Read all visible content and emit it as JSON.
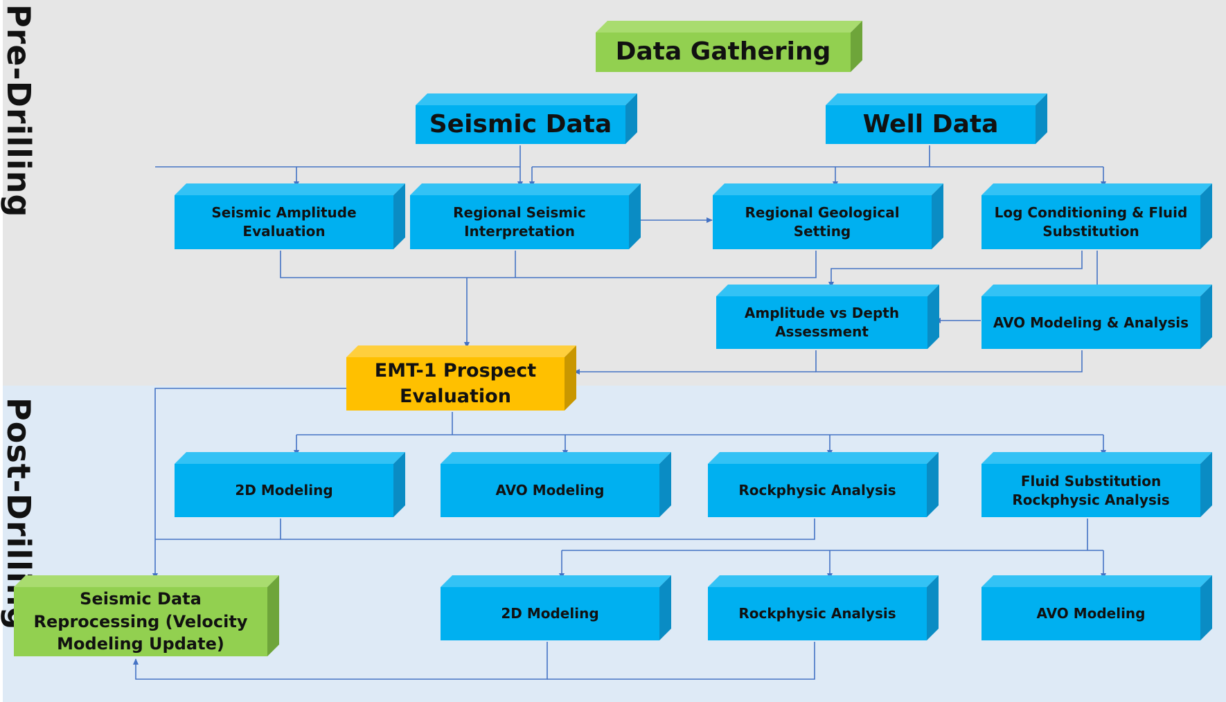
{
  "colors": {
    "pre_band": "#e6e6e6",
    "post_band": "#deeaf6",
    "blue": "#0eb0ea",
    "green": "#92d050",
    "gold": "#ffc000",
    "line": "#4472c4"
  },
  "phases": {
    "pre": "Pre-Drilling",
    "post": "Post-Drilling"
  },
  "nodes": [
    {
      "id": "data_gathering",
      "name": "data-gathering-box",
      "label": "Data Gathering",
      "color": "green",
      "size": "xl"
    },
    {
      "id": "seismic_data",
      "name": "seismic-data-box",
      "label": "Seismic Data",
      "color": "blue",
      "size": "xl"
    },
    {
      "id": "well_data",
      "name": "well-data-box",
      "label": "Well Data",
      "color": "blue",
      "size": "xl"
    },
    {
      "id": "seismic_amp",
      "name": "seismic-amplitude-evaluation-box",
      "label": "Seismic Amplitude Evaluation",
      "color": "blue",
      "size": "m"
    },
    {
      "id": "regional_seismic",
      "name": "regional-seismic-interpretation-box",
      "label": "Regional Seismic Interpretation",
      "color": "blue",
      "size": "m"
    },
    {
      "id": "regional_geo",
      "name": "regional-geological-setting-box",
      "label": "Regional Geological Setting",
      "color": "blue",
      "size": "m"
    },
    {
      "id": "log_cond",
      "name": "log-conditioning-fluid-substitution-box",
      "label": "Log Conditioning & Fluid Substitution",
      "color": "blue",
      "size": "m"
    },
    {
      "id": "amp_depth",
      "name": "amplitude-vs-depth-assessment-box",
      "label": "Amplitude vs Depth Assessment",
      "color": "blue",
      "size": "m"
    },
    {
      "id": "avo_mod_an",
      "name": "avo-modeling-analysis-box",
      "label": "AVO Modeling & Analysis",
      "color": "blue",
      "size": "m"
    },
    {
      "id": "emt1",
      "name": "emt1-prospect-evaluation-box",
      "label": "EMT-1 Prospect Evaluation",
      "color": "gold",
      "size": "l"
    },
    {
      "id": "m2d_a",
      "name": "2d-modeling-box",
      "label": "2D Modeling",
      "color": "blue",
      "size": "m"
    },
    {
      "id": "avo_a",
      "name": "avo-modeling-box",
      "label": "AVO Modeling",
      "color": "blue",
      "size": "m"
    },
    {
      "id": "rock_a",
      "name": "rockphysic-analysis-box",
      "label": "Rockphysic Analysis",
      "color": "blue",
      "size": "m"
    },
    {
      "id": "fluid_rock",
      "name": "fluid-substitution-rockphysic-analysis-box",
      "label": "Fluid Substitution Rockphysic Analysis",
      "color": "blue",
      "size": "m"
    },
    {
      "id": "reproc",
      "name": "seismic-data-reprocessing-box",
      "label": "Seismic Data Reprocessing (Velocity Modeling Update)",
      "color": "green",
      "size": "ml"
    },
    {
      "id": "m2d_b",
      "name": "2d-modeling-lower-box",
      "label": "2D Modeling",
      "color": "blue",
      "size": "m"
    },
    {
      "id": "rock_b",
      "name": "rockphysic-analysis-lower-box",
      "label": "Rockphysic Analysis",
      "color": "blue",
      "size": "m"
    },
    {
      "id": "avo_b",
      "name": "avo-modeling-lower-box",
      "label": "AVO Modeling",
      "color": "blue",
      "size": "m"
    }
  ]
}
